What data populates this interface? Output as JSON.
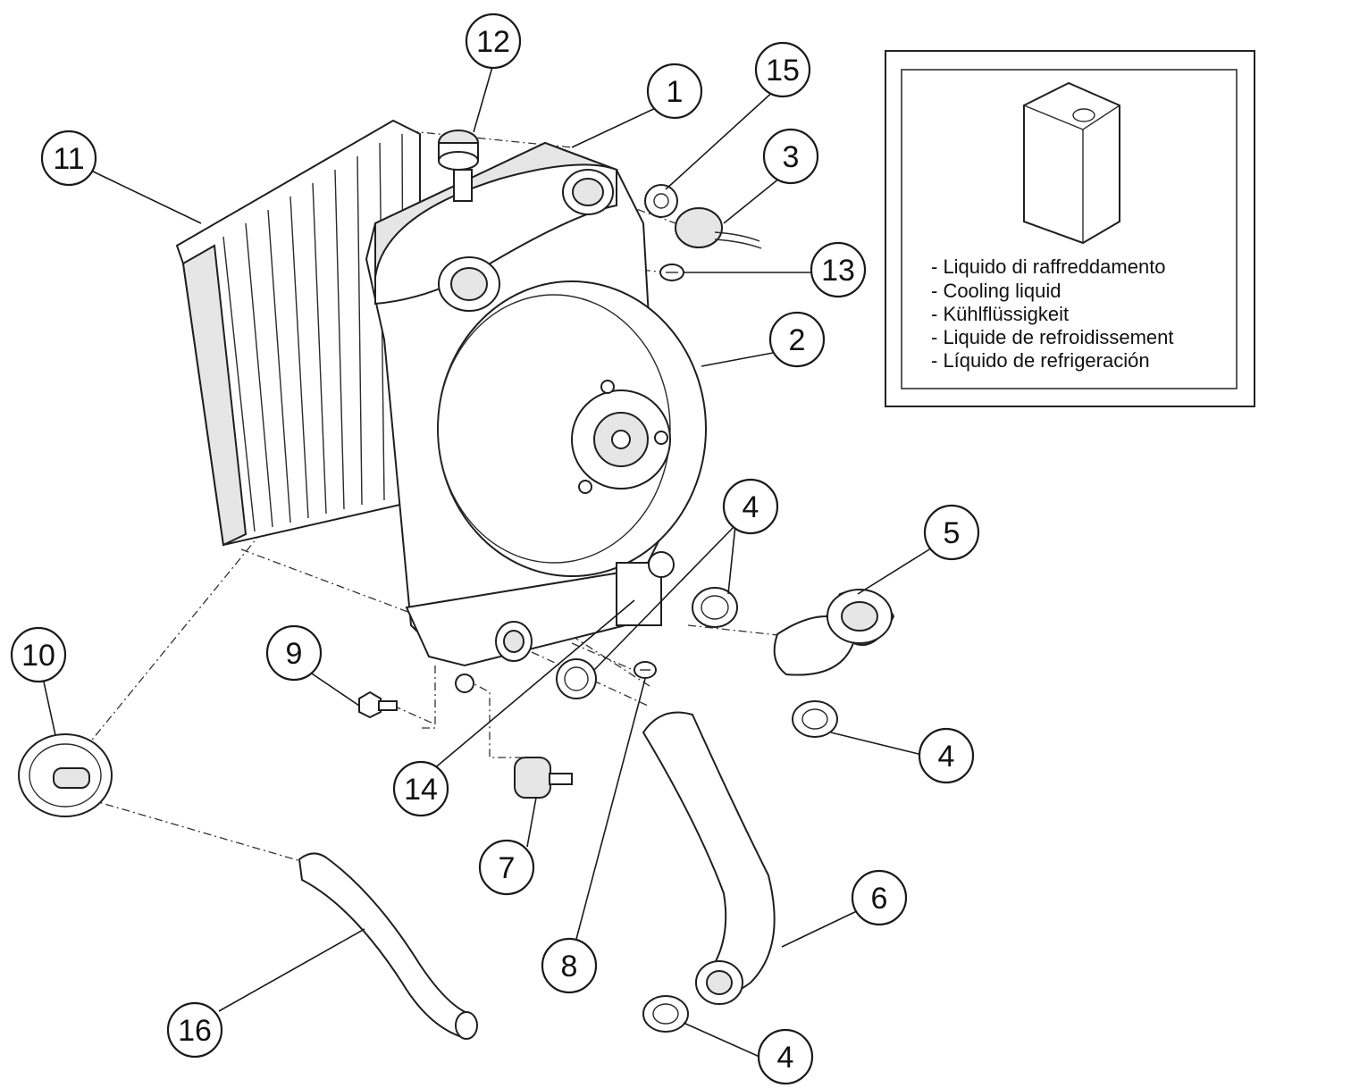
{
  "callouts": [
    {
      "id": "c1",
      "label": "1"
    },
    {
      "id": "c2",
      "label": "2"
    },
    {
      "id": "c3",
      "label": "3"
    },
    {
      "id": "c4a",
      "label": "4"
    },
    {
      "id": "c4b",
      "label": "4"
    },
    {
      "id": "c4c",
      "label": "4"
    },
    {
      "id": "c5",
      "label": "5"
    },
    {
      "id": "c6",
      "label": "6"
    },
    {
      "id": "c7",
      "label": "7"
    },
    {
      "id": "c8",
      "label": "8"
    },
    {
      "id": "c9",
      "label": "9"
    },
    {
      "id": "c10",
      "label": "10"
    },
    {
      "id": "c11",
      "label": "11"
    },
    {
      "id": "c12",
      "label": "12"
    },
    {
      "id": "c13",
      "label": "13"
    },
    {
      "id": "c14",
      "label": "14"
    },
    {
      "id": "c15",
      "label": "15"
    },
    {
      "id": "c16",
      "label": "16"
    }
  ],
  "legend": {
    "lines": [
      "- Liquido di raffreddamento",
      "- Cooling liquid",
      "- Kühlflüssigkeit",
      "- Liquide de refroidissement",
      "- Líquido de refrigeración"
    ]
  }
}
